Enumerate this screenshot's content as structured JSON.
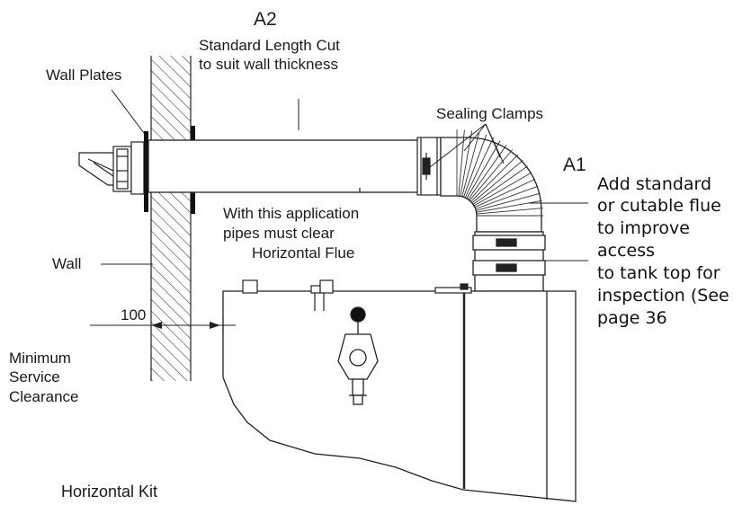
{
  "labels": {
    "a2": "A2",
    "a2_line1": "Standard Length Cut",
    "a2_line2": "to suit wall thickness",
    "wall_plates": "Wall Plates",
    "sealing_clamps": "Sealing Clamps",
    "a1": "A1",
    "clear_line1": "With this application",
    "clear_line2": "pipes must clear",
    "clear_line3": "Horizontal Flue",
    "wall": "Wall",
    "dim_100": "100",
    "min_line1": "Minimum",
    "min_line2": "Service",
    "min_line3": "Clearance",
    "caption": "Horizontal Kit"
  },
  "note": {
    "line1": "Add standard",
    "line2": "or cutable flue",
    "line3": "to improve",
    "line4": "access",
    "line5": "to tank top for",
    "line6": "inspection (See",
    "line7": "page 36"
  }
}
